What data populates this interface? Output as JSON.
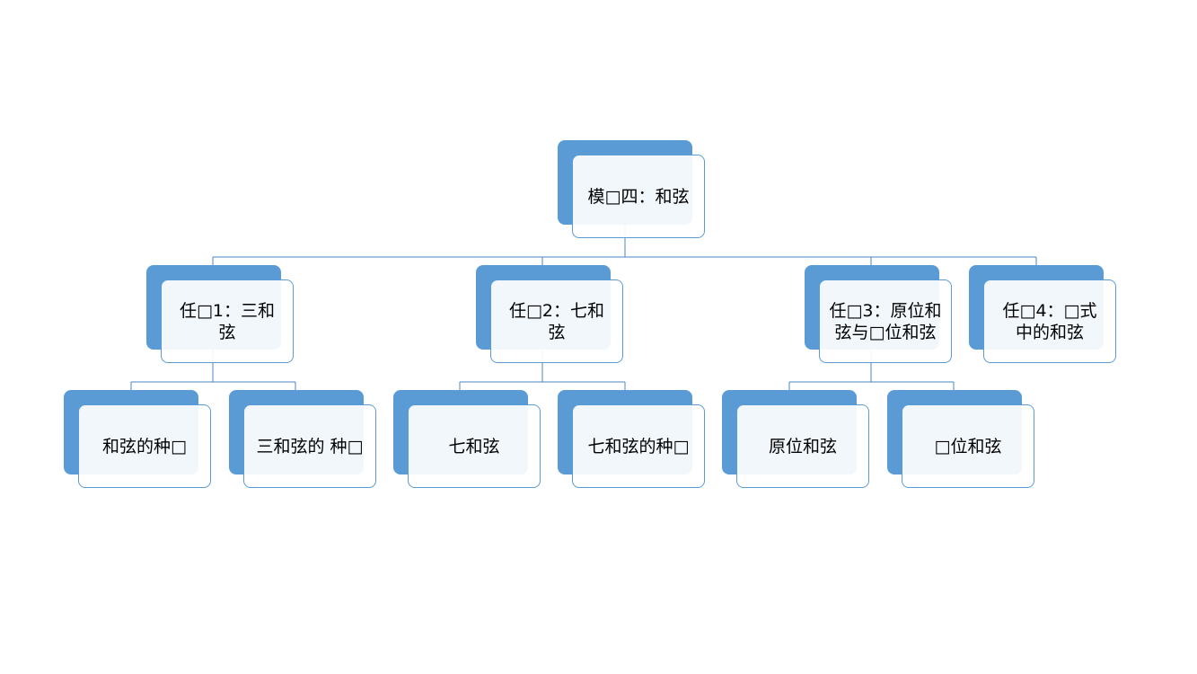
{
  "diagram": {
    "root": {
      "label": "模□四：和弦"
    },
    "tasks": [
      {
        "label": "任□1：三和弦",
        "children": [
          {
            "label": "和弦的种□"
          },
          {
            "label": "三和弦的 种□"
          }
        ]
      },
      {
        "label": "任□2：七和弦",
        "children": [
          {
            "label": "七和弦"
          },
          {
            "label": "七和弦的种□"
          }
        ]
      },
      {
        "label": "任□3：原位和弦与□位和弦",
        "children": [
          {
            "label": "原位和弦"
          },
          {
            "label": "□位和弦"
          }
        ]
      },
      {
        "label": "任□4：□式中的和弦",
        "children": []
      }
    ]
  },
  "colors": {
    "accent": "#5b9bd5",
    "connector": "#4a86c5"
  }
}
